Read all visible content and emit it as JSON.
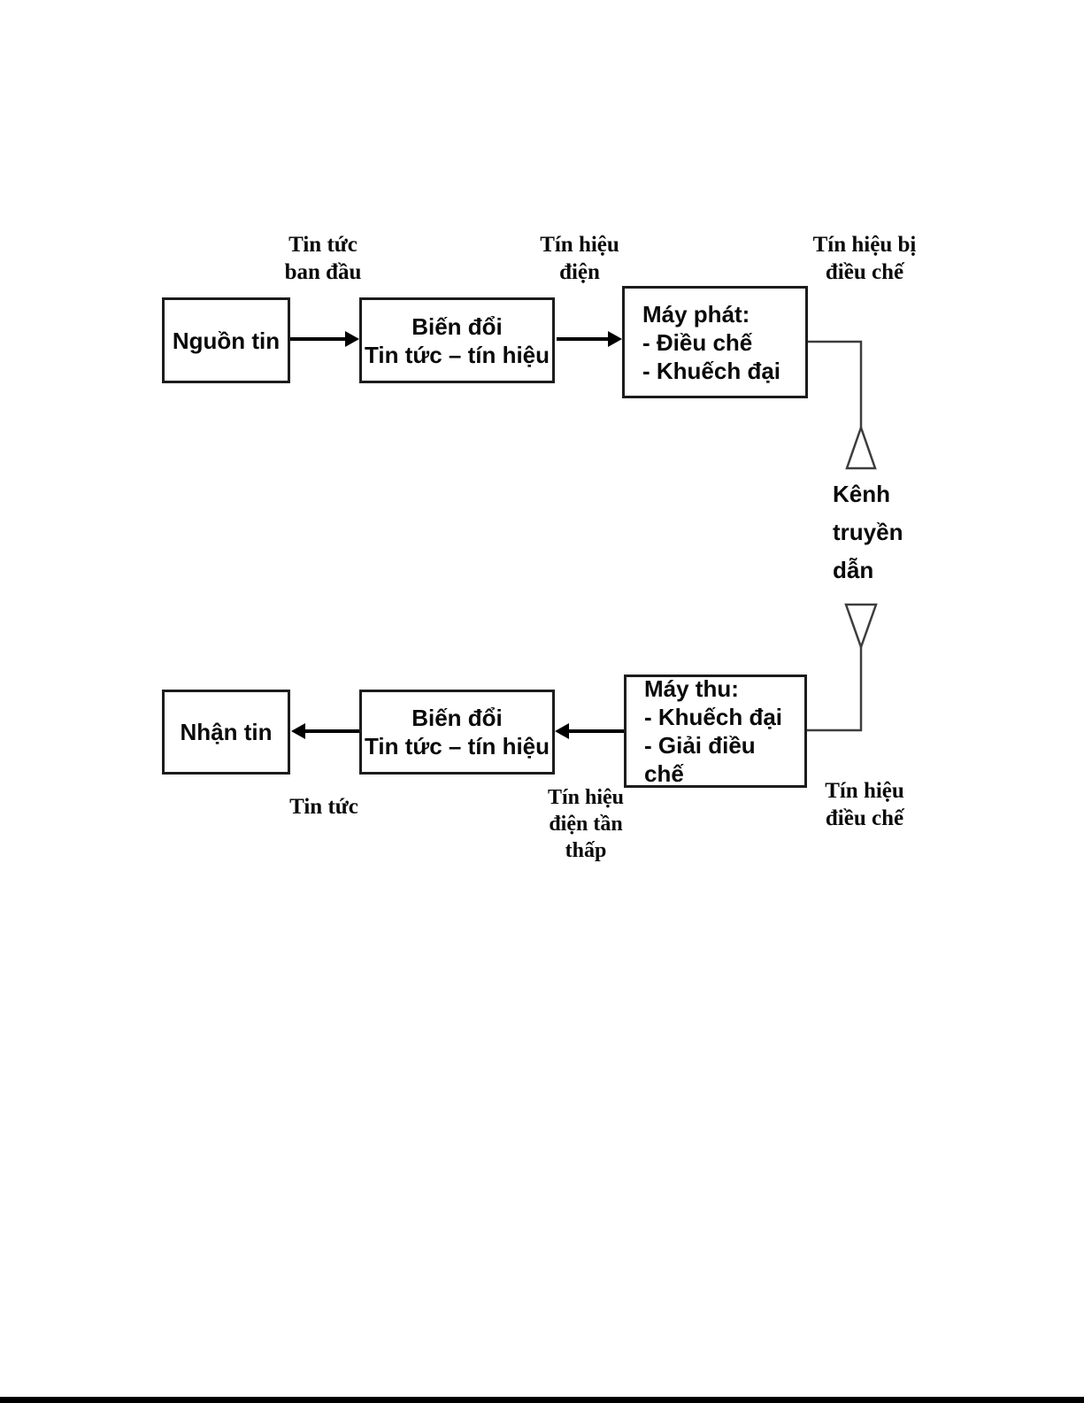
{
  "colors": {
    "background": "#ffffff",
    "text": "#0a0a0a",
    "box_border": "#1c1c1c",
    "arrow": "#000000",
    "connector_line": "#3d3d3d",
    "footer_bar": "#000000"
  },
  "boxes": {
    "nguon_tin": [
      "Nguồn tin"
    ],
    "bien_doi_top": [
      "Biến đổi",
      "Tin tức – tín hiệu"
    ],
    "may_phat": [
      "Máy phát:",
      "- Điều chế",
      "- Khuếch đại"
    ],
    "nhan_tin": [
      "Nhận tin"
    ],
    "bien_doi_bottom": [
      "Biến đổi",
      "Tin tức – tín hiệu"
    ],
    "may_thu": [
      "Máy thu:",
      "- Khuếch đại",
      "- Giải điều chế"
    ]
  },
  "labels": {
    "tin_tuc_ban_dau": [
      "Tin tức",
      "ban đầu"
    ],
    "tin_hieu_dien": [
      "Tín hiệu",
      "điện"
    ],
    "tin_hieu_bi_dieu_che": [
      "Tín hiệu bị",
      "điều chế"
    ],
    "tin_tuc": [
      "Tin tức"
    ],
    "tin_hieu_dien_tan_thap": [
      "Tín hiệu",
      "điện tần",
      "thấp"
    ],
    "tin_hieu_dieu_che": [
      "Tín hiệu",
      "điều chế"
    ],
    "kenh_truyen_dan": [
      "Kênh",
      "truyền",
      "dẫn"
    ]
  },
  "icons": {
    "transmit_antenna": "triangle-up-outline",
    "receive_antenna": "triangle-down-outline"
  }
}
